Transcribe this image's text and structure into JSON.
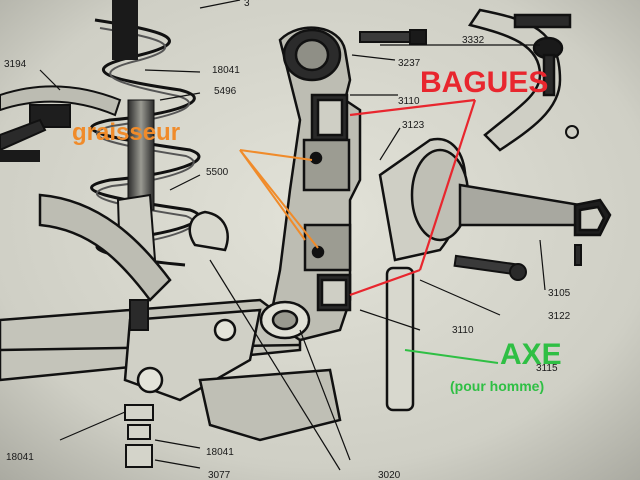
{
  "colors": {
    "paper": "#d6d6cc",
    "ink": "#1a1a1a",
    "red_annotation": "#e8262e",
    "orange_annotation": "#f08b2a",
    "green_annotation": "#2fbf44"
  },
  "annotations": {
    "bagues": "BAGUES",
    "graisseur": "graisseur",
    "axe": "AXE",
    "axe_note": "(pour homme)"
  },
  "part_numbers": {
    "p3332": "3332",
    "p3237": "3237",
    "p3110_top": "3110",
    "p3123": "3123",
    "p3194": "3194",
    "p18041_top": "18041",
    "p5496": "5496",
    "p5500": "5500",
    "p3105": "3105",
    "p3122": "3122",
    "p3110_mid": "3110",
    "p3115": "3115",
    "p18041_bl": "18041",
    "p18041_b": "18041",
    "p3077": "3077",
    "p3020": "3020",
    "p3_top": "3"
  }
}
